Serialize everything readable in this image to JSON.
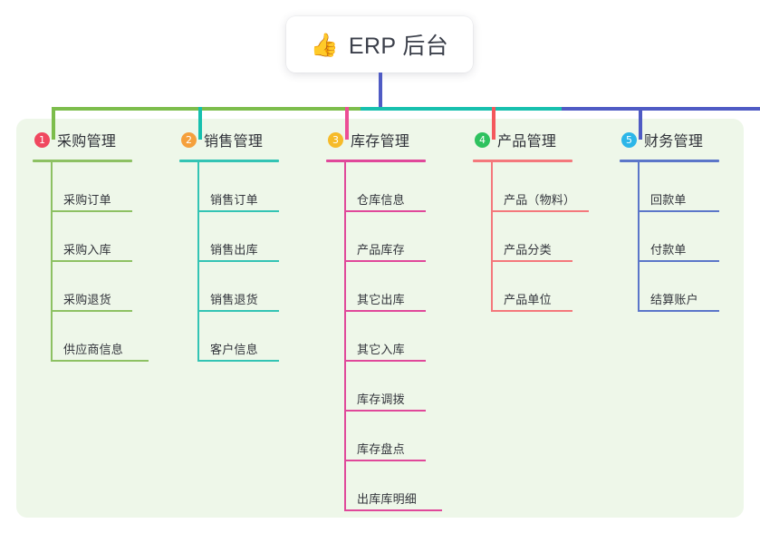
{
  "diagram": {
    "type": "mind-map",
    "root": {
      "icon": "thumbs-up-icon",
      "emoji": "👍",
      "title": "ERP 后台"
    },
    "panel_background": "#eef7e9",
    "connector_colors": {
      "root_stem": "#4f5bc4",
      "left_bar": "#7dbd4c",
      "mid_bar": "#17c0ae",
      "right_bar": "#4f5bc4"
    },
    "branches": [
      {
        "number": "1",
        "title": "采购管理",
        "badge_color": "#f0485f",
        "line_color": "#8dc163",
        "stem_color": "#7dbd4c",
        "items": [
          "采购订单",
          "采购入库",
          "采购退货",
          "供应商信息"
        ]
      },
      {
        "number": "2",
        "title": "销售管理",
        "badge_color": "#f5a03c",
        "line_color": "#33c4b4",
        "stem_color": "#17c0ae",
        "items": [
          "销售订单",
          "销售出库",
          "销售退货",
          "客户信息"
        ]
      },
      {
        "number": "3",
        "title": "库存管理",
        "badge_color": "#f6bb2a",
        "line_color": "#e0489a",
        "stem_color": "#ec4e95",
        "items": [
          "仓库信息",
          "产品库存",
          "其它出库",
          "其它入库",
          "库存调拨",
          "库存盘点",
          "出库库明细"
        ]
      },
      {
        "number": "4",
        "title": "产品管理",
        "badge_color": "#2ec25f",
        "line_color": "#f4787c",
        "stem_color": "#f4585c",
        "items": [
          "产品（物料）",
          "产品分类",
          "产品单位"
        ]
      },
      {
        "number": "5",
        "title": "财务管理",
        "badge_color": "#2cb6e8",
        "line_color": "#5b76c9",
        "stem_color": "#4f5bc4",
        "items": [
          "回款单",
          "付款单",
          "结算账户"
        ]
      }
    ]
  }
}
